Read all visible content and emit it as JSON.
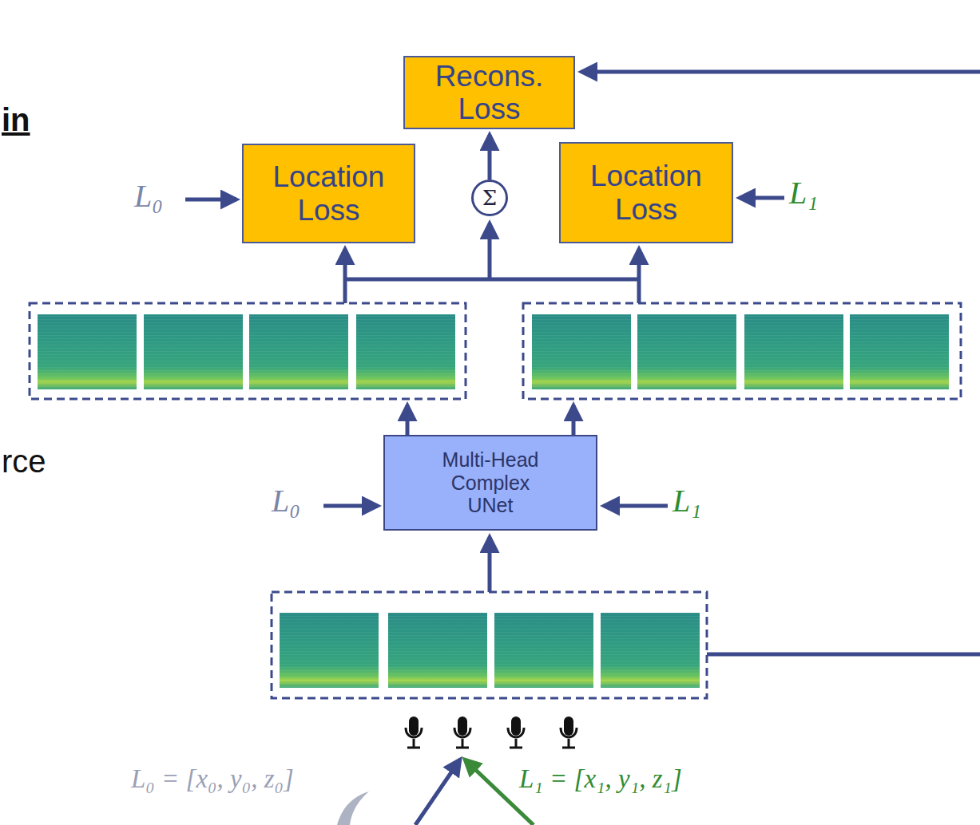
{
  "diagram": {
    "nodes": [
      {
        "text": [
          "Recons. Loss"
        ]
      },
      {
        "text": [
          "Location Loss"
        ]
      },
      {
        "text": [
          "Σ"
        ]
      },
      {
        "text": [
          "Location Loss"
        ]
      },
      {
        "text": [
          "Multi-Head Complex UNet"
        ]
      }
    ],
    "edges": [
      {
        "from": 2,
        "to": 0,
        "arrow": "to"
      }
    ],
    "labels": [
      "in",
      "rce",
      "L₀",
      "L₁",
      "L₀",
      "L₁",
      "L₀ = [x₀, y₀, z₀]",
      "L₁ = [x₁, y₁, z₁]"
    ]
  }
}
